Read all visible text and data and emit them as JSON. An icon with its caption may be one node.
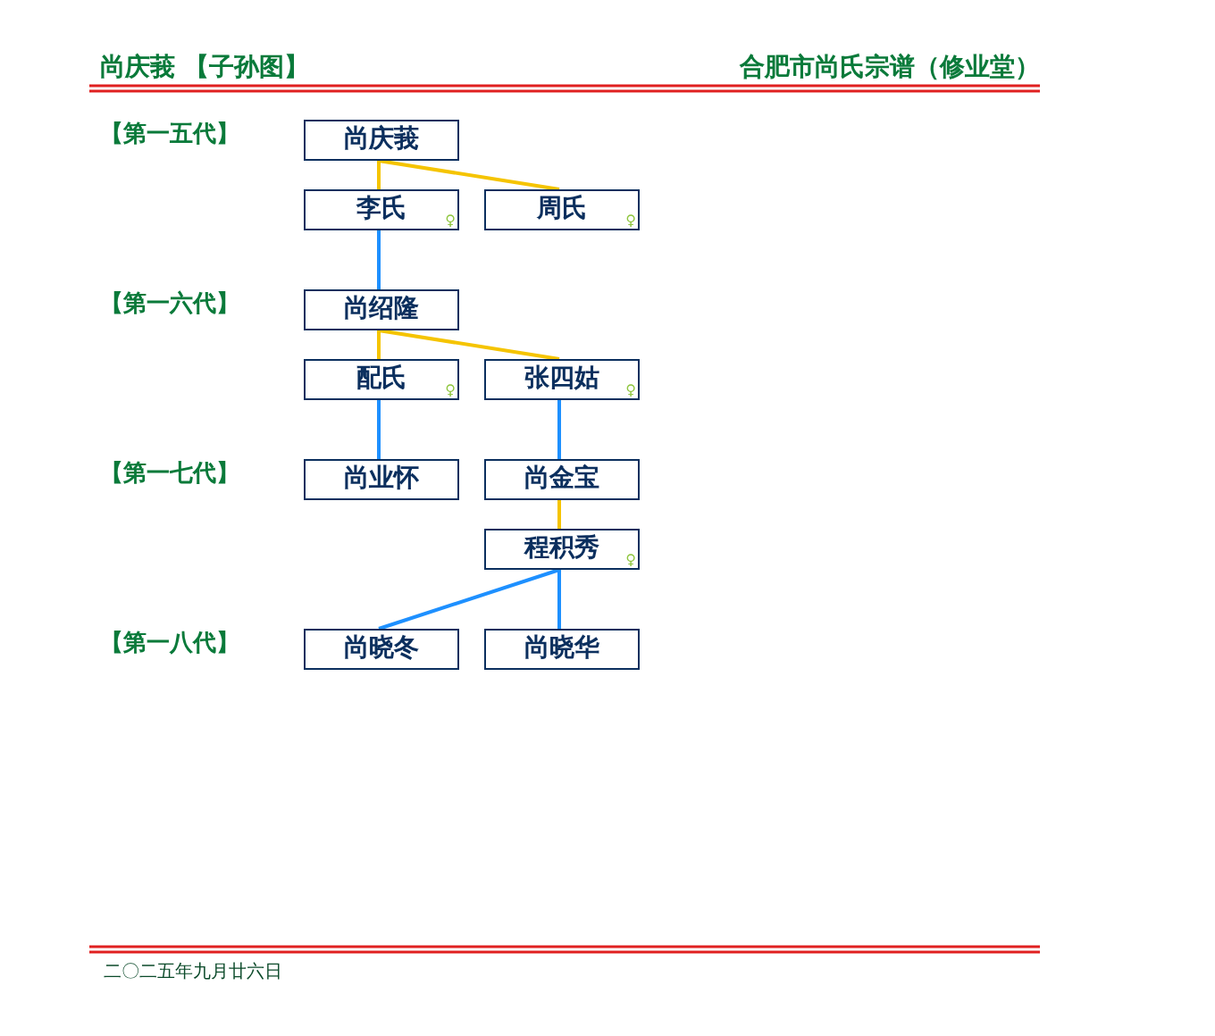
{
  "diagram": {
    "title": "尚庆莪 【子孙图】",
    "nodes": [
      {
        "text": [
          "尚庆莪"
        ]
      },
      {
        "text": [
          "李氏",
          "♀"
        ]
      },
      {
        "text": [
          "周氏",
          "♀"
        ]
      },
      {
        "text": [
          "尚绍隆"
        ]
      },
      {
        "text": [
          "配氏",
          "♀"
        ]
      },
      {
        "text": [
          "张四姑",
          "♀"
        ]
      },
      {
        "text": [
          "尚业怀"
        ]
      },
      {
        "text": [
          "尚金宝"
        ]
      },
      {
        "text": [
          "程积秀",
          "♀"
        ]
      },
      {
        "text": [
          "尚晓冬"
        ]
      },
      {
        "text": [
          "尚晓华"
        ]
      }
    ],
    "edges": [
      {
        "from": 0,
        "to": 1,
        "arrow": "none",
        "color": "#f5c400"
      },
      {
        "from": 0,
        "to": 2,
        "arrow": "none",
        "color": "#f5c400"
      },
      {
        "from": 1,
        "to": 3,
        "arrow": "none",
        "color": "#1e90ff"
      },
      {
        "from": 3,
        "to": 4,
        "arrow": "none",
        "color": "#f5c400"
      },
      {
        "from": 3,
        "to": 5,
        "arrow": "none",
        "color": "#f5c400"
      },
      {
        "from": 4,
        "to": 6,
        "arrow": "none",
        "color": "#1e90ff"
      },
      {
        "from": 5,
        "to": 7,
        "arrow": "none",
        "color": "#1e90ff"
      },
      {
        "from": 7,
        "to": 8,
        "arrow": "none",
        "color": "#f5c400"
      },
      {
        "from": 8,
        "to": 9,
        "arrow": "none",
        "color": "#1e90ff"
      },
      {
        "from": 8,
        "to": 10,
        "arrow": "none",
        "color": "#1e90ff"
      }
    ],
    "labels": [
      "合肥市尚氏宗谱（修业堂）",
      "【第一五代】",
      "【第一六代】",
      "【第一七代】",
      "【第一八代】",
      "二〇二五年九月廿六日"
    ]
  }
}
